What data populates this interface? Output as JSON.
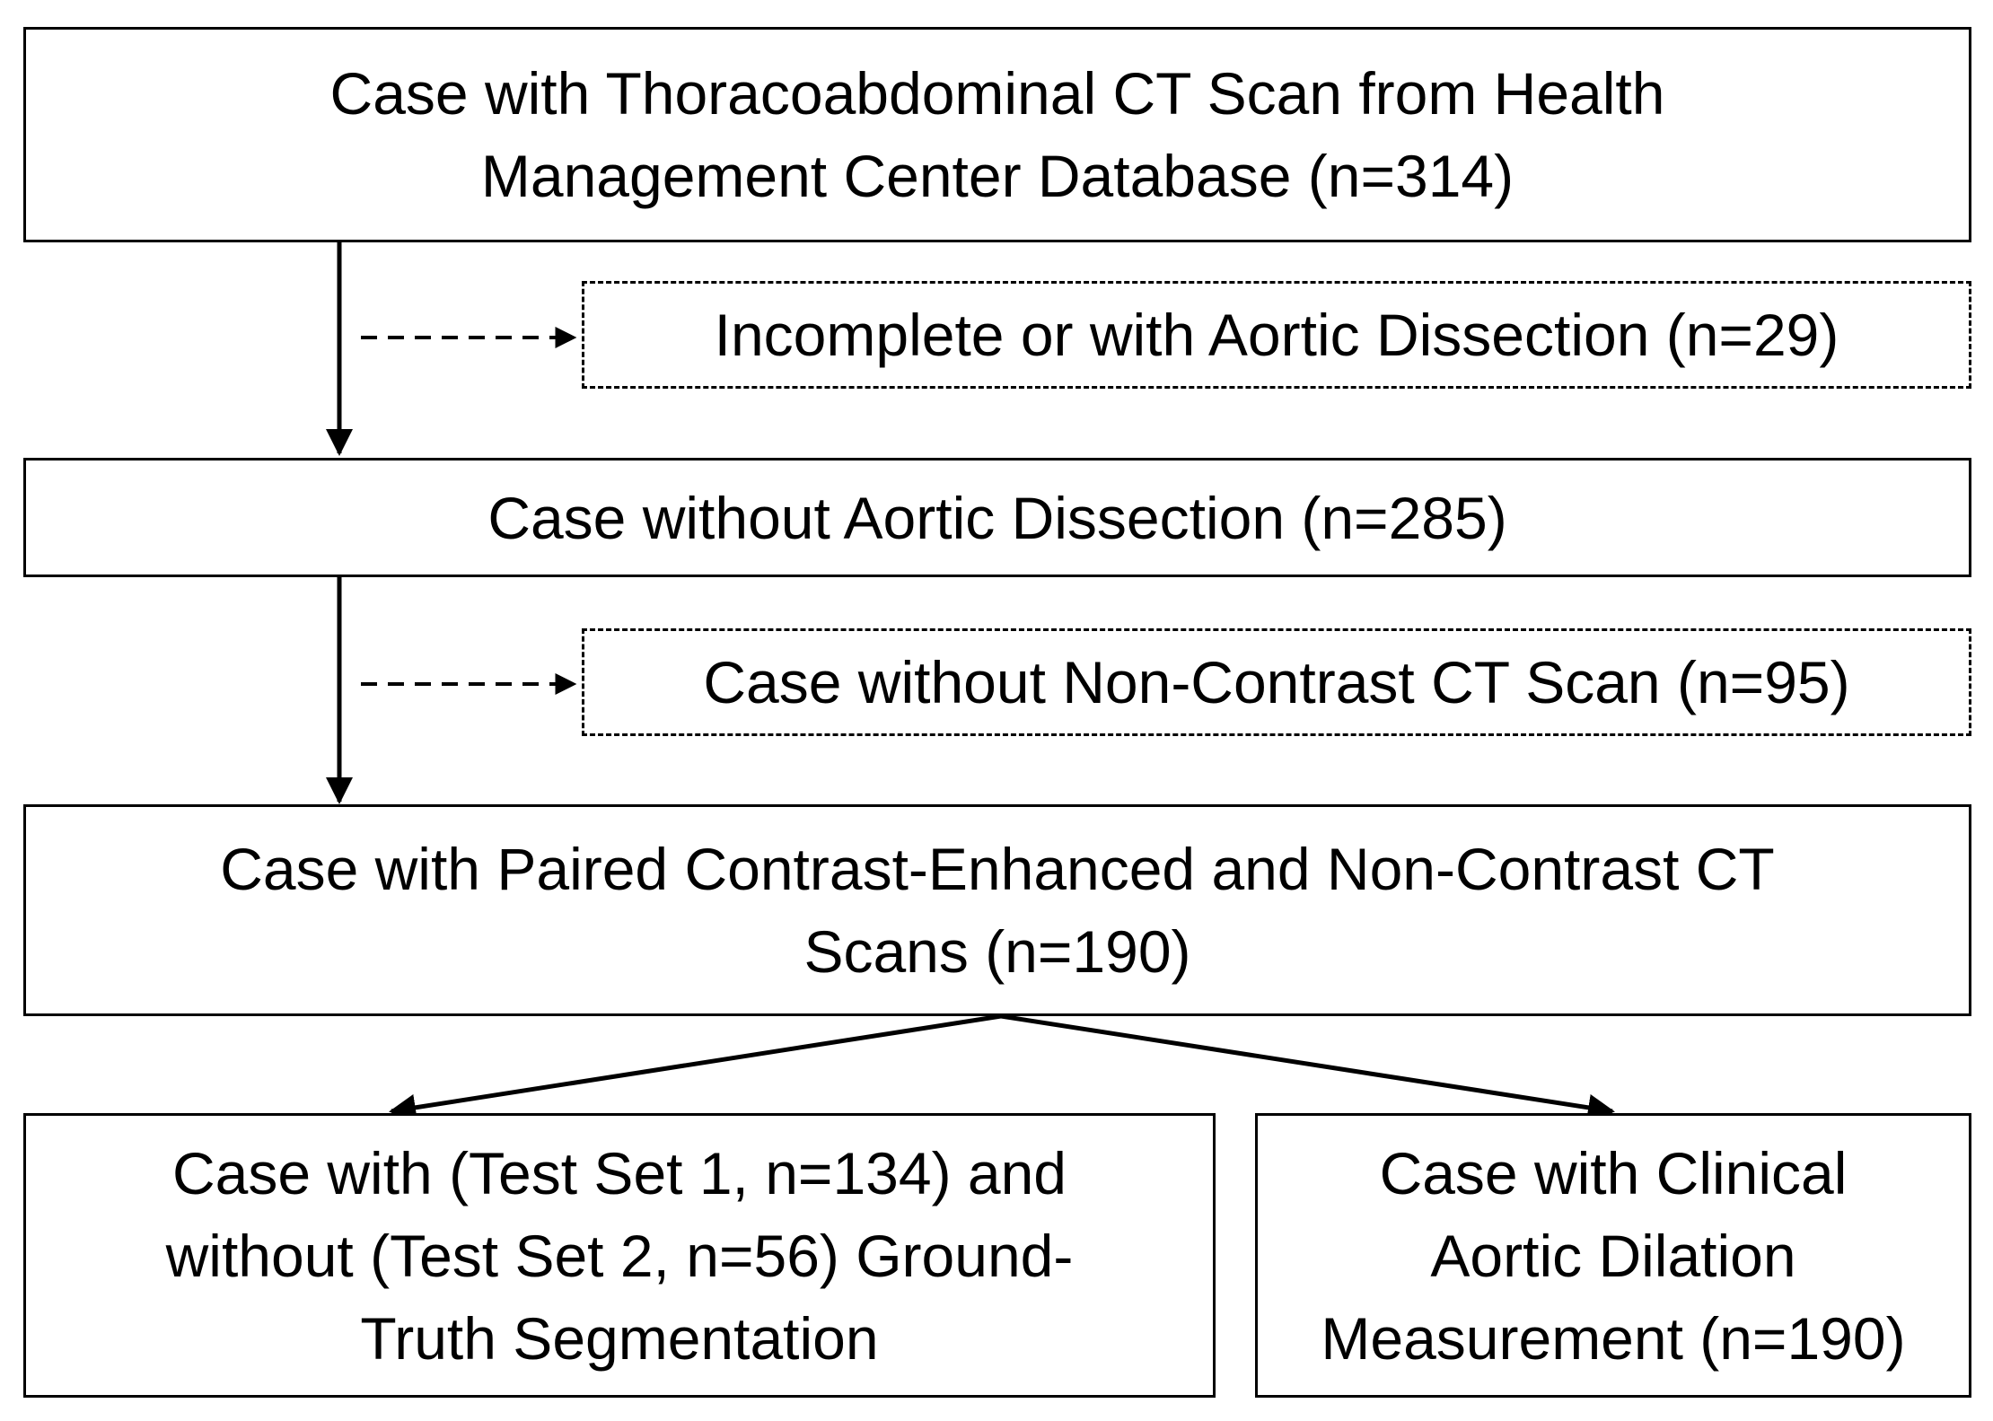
{
  "boxes": {
    "source": {
      "lines": [
        "Case with Thoracoabdominal CT Scan from Health",
        "Management Center Database (n=314)"
      ]
    },
    "excluded_1": {
      "lines": [
        "Incomplete or with Aortic Dissection (n=29)"
      ]
    },
    "without_dissection": {
      "lines": [
        "Case without Aortic Dissection (n=285)"
      ]
    },
    "excluded_2": {
      "lines": [
        "Case without Non-Contrast CT Scan (n=95)"
      ]
    },
    "paired": {
      "lines": [
        "Case with Paired Contrast-Enhanced and Non-Contrast CT",
        "Scans (n=190)"
      ]
    },
    "test_sets": {
      "lines": [
        "Case with (Test Set 1, n=134) and",
        "without  (Test Set 2, n=56) Ground-",
        "Truth Segmentation"
      ]
    },
    "clinical": {
      "lines": [
        "Case with Clinical",
        "Aortic Dilation",
        "Measurement (n=190)"
      ]
    }
  }
}
